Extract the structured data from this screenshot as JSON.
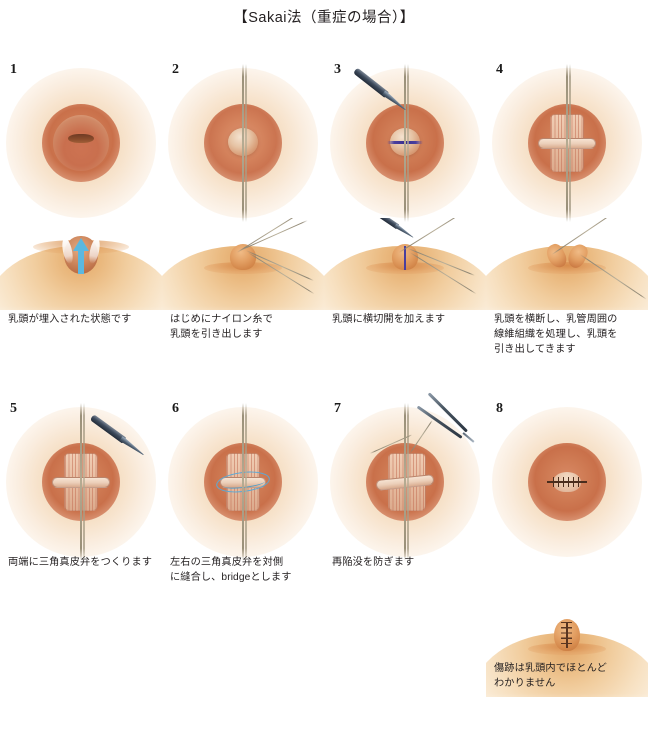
{
  "page": {
    "title": "【Sakai法（重症の場合）】",
    "language": "ja",
    "subject": "inverted-nipple-correction-surgical-steps",
    "background_color": "#ffffff",
    "text_color": "#231f20"
  },
  "colors": {
    "arrow_blue": "#5bb8e0",
    "suture_blue": "#5aa9d6",
    "incision_blue": "#4a3f9e",
    "areola": "#cf7b54",
    "skin_light": "#f7e0c0",
    "skin_mid": "#eab97f",
    "skin_deep": "#e4a869",
    "thread_gray": "#b5ab92",
    "instrument_steel": "#46535f"
  },
  "panels": [
    {
      "number": "1",
      "caption": "乳頭が埋入された状態です",
      "caption_lines": [
        "乳頭が埋入された状態です"
      ],
      "top_view": "areola with inverted buried nipple",
      "side_view": "breast profile with buried nipple and blue upward arrow",
      "icons": [
        "arrow-up-icon"
      ]
    },
    {
      "number": "2",
      "caption": "はじめにナイロン糸で乳頭を引き出します",
      "caption_lines": [
        "はじめにナイロン糸で",
        "乳頭を引き出します"
      ],
      "top_view": "nylon suture thread passing vertically through nipple",
      "side_view": "nipple pulled out by two traction threads",
      "icons": [
        "suture-thread-icon"
      ]
    },
    {
      "number": "3",
      "caption": "乳頭に横切開を加えます",
      "caption_lines": [
        "乳頭に横切開を加えます"
      ],
      "top_view": "scalpel making transverse incision on nipple",
      "side_view": "scalpel with traction threads, incision line marked",
      "icons": [
        "scalpel-icon",
        "suture-thread-icon"
      ]
    },
    {
      "number": "4",
      "caption": "乳頭を横断し、乳管周囲の線維組織を処理し、乳頭を引き出してきます",
      "caption_lines": [
        "乳頭を横断し、乳管周囲の",
        "線維組織を処理し、乳頭を",
        "引き出してきます"
      ],
      "top_view": "nipple transected, duct fibrous tissue exposed",
      "side_view": "nipple split into two halves held by threads",
      "icons": [
        "suture-thread-icon"
      ]
    },
    {
      "number": "5",
      "caption": "両端に三角真皮弁をつくります",
      "caption_lines": [
        "両端に三角真皮弁をつくります"
      ],
      "top_view": "scalpel creating triangular dermal flaps at both ends",
      "side_view": "",
      "icons": [
        "scalpel-icon"
      ]
    },
    {
      "number": "6",
      "caption": "左右の三角真皮弁を対側に縫合し、bridgeとします",
      "caption_lines": [
        "左右の三角真皮弁を対側",
        "に縫合し、bridgeとします"
      ],
      "top_view": "left and right dermal flaps sutured to opposite sides forming a bridge",
      "side_view": "",
      "icons": [
        "suture-loop-icon"
      ]
    },
    {
      "number": "7",
      "caption": "再陥没を防ぎます",
      "caption_lines": [
        "再陥没を防ぎます"
      ],
      "top_view": "forceps tightening the crossed dermal flap bridge",
      "side_view": "",
      "icons": [
        "forceps-icon"
      ]
    },
    {
      "number": "8",
      "caption": "傷跡は乳頭内でほとんどわかりません",
      "caption_lines": [
        "傷跡は乳頭内でほとんど",
        "わかりません"
      ],
      "top_view": "healed nipple with nearly invisible scar line",
      "side_view": "projecting nipple with vertical suture marks",
      "icons": [
        "scar-icon"
      ]
    }
  ]
}
